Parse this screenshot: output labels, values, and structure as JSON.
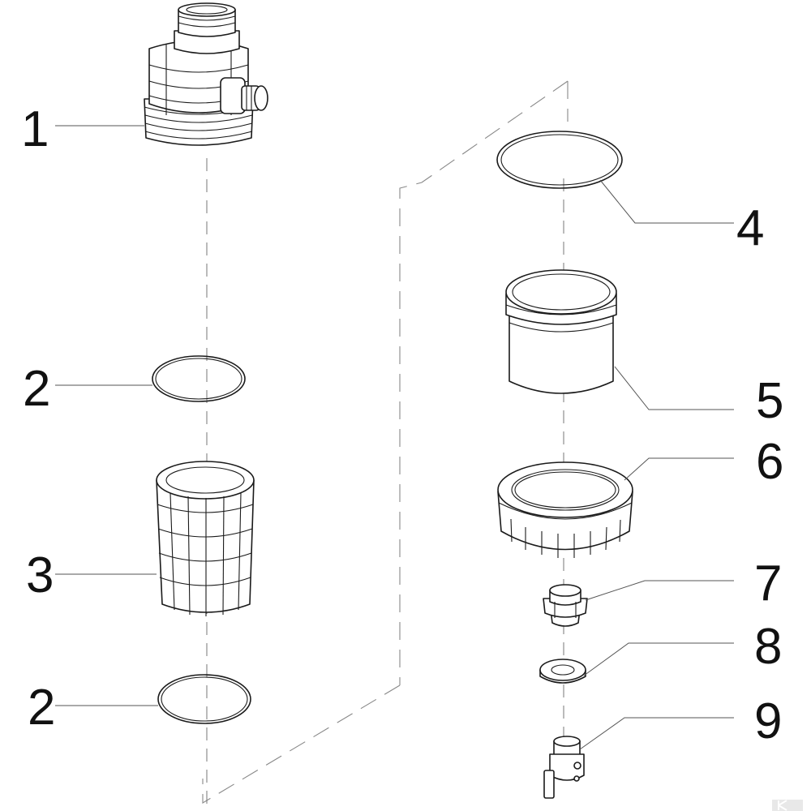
{
  "callouts": [
    {
      "id": "1",
      "label": "1"
    },
    {
      "id": "2a",
      "label": "2"
    },
    {
      "id": "3",
      "label": "3"
    },
    {
      "id": "2b",
      "label": "2"
    },
    {
      "id": "4",
      "label": "4"
    },
    {
      "id": "5",
      "label": "5"
    },
    {
      "id": "6",
      "label": "6"
    },
    {
      "id": "7",
      "label": "7"
    },
    {
      "id": "8",
      "label": "8"
    },
    {
      "id": "9",
      "label": "9"
    }
  ],
  "watermark_icon": "k-logo-icon",
  "colors": {
    "line": "#1a1a1a",
    "watermark": "#d9d9d9"
  }
}
